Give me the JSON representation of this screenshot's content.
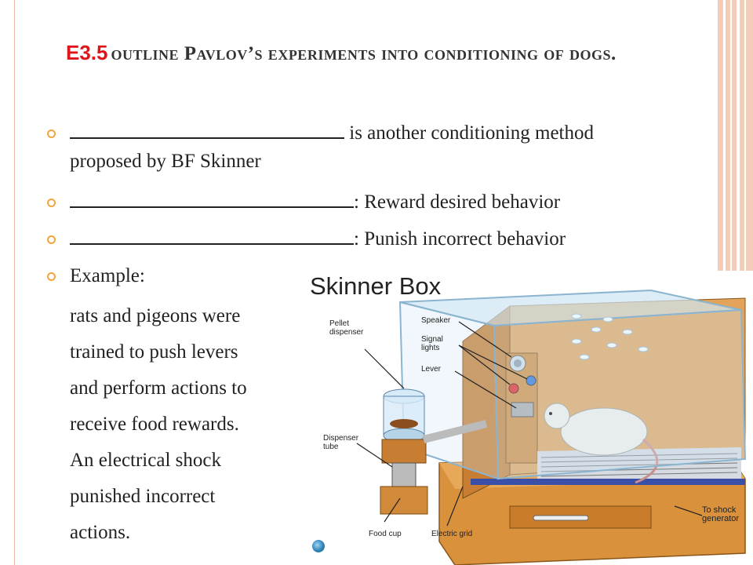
{
  "slide": {
    "title_code": "E3.5",
    "title_rest": "outline Pavlov’s experiments into conditioning of dogs."
  },
  "bullets": [
    {
      "suffix": " is another conditioning method",
      "suffix2": "proposed by BF Skinner"
    },
    {
      "suffix": ": Reward desired behavior"
    },
    {
      "suffix": ": Punish incorrect behavior"
    },
    {
      "text": "Example:"
    }
  ],
  "example_lines": [
    "rats and pigeons were",
    "trained to push levers",
    "and perform actions to",
    "receive food rewards.",
    "An electrical shock",
    "punished incorrect",
    "actions."
  ],
  "figure": {
    "title": "Skinner Box",
    "labels": {
      "pellet": "Pellet dispenser",
      "speaker": "Speaker",
      "signal": "Signal lights",
      "lever": "Lever",
      "tube": "Dispenser tube",
      "food": "Food cup",
      "grid": "Electric grid",
      "shock": "To shock generator"
    }
  },
  "colors": {
    "accent": "#e0151b",
    "bullet": "#f6a53c",
    "stripe": "#f4cdb9"
  }
}
